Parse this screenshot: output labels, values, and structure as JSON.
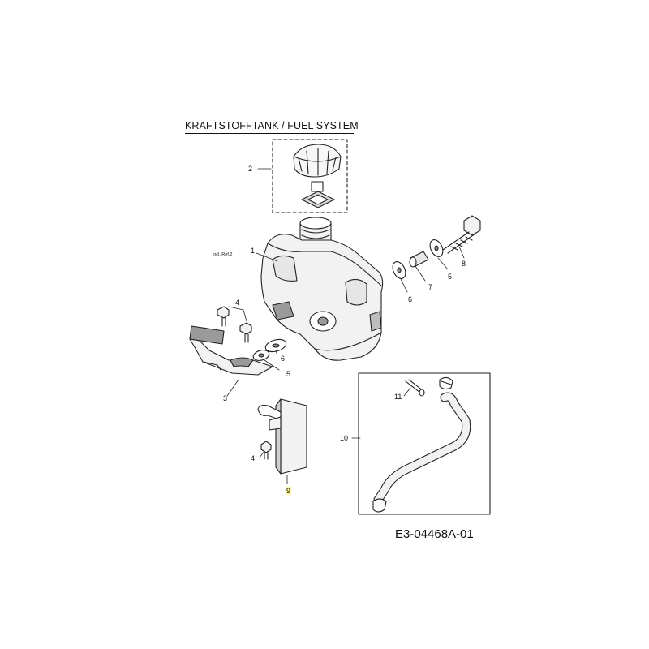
{
  "title": "KRAFTSTOFFTANK / FUEL SYSTEM",
  "document_id": "E3-04468A-01",
  "parts": [
    {
      "ref": "1",
      "note": "incl. Ref.2"
    },
    {
      "ref": "2"
    },
    {
      "ref": "3"
    },
    {
      "ref": "4"
    },
    {
      "ref": "5"
    },
    {
      "ref": "6"
    },
    {
      "ref": "7"
    },
    {
      "ref": "8"
    },
    {
      "ref": "9",
      "highlighted": true
    },
    {
      "ref": "10"
    },
    {
      "ref": "11"
    }
  ],
  "labels": {
    "p1": "1",
    "p1_note": "incl. Ref.2",
    "p2": "2",
    "p3": "3",
    "p4_top": "4",
    "p4_bottom": "4",
    "p5_right": "5",
    "p5_left": "5",
    "p6_right": "6",
    "p6_left": "6",
    "p7": "7",
    "p8": "8",
    "p9": "9",
    "p10": "10",
    "p11": "11"
  },
  "colors": {
    "line": "#222222",
    "tank_fill": "#f2f2f2",
    "shade": "#9a9a9a",
    "highlight": "#fff59a"
  }
}
